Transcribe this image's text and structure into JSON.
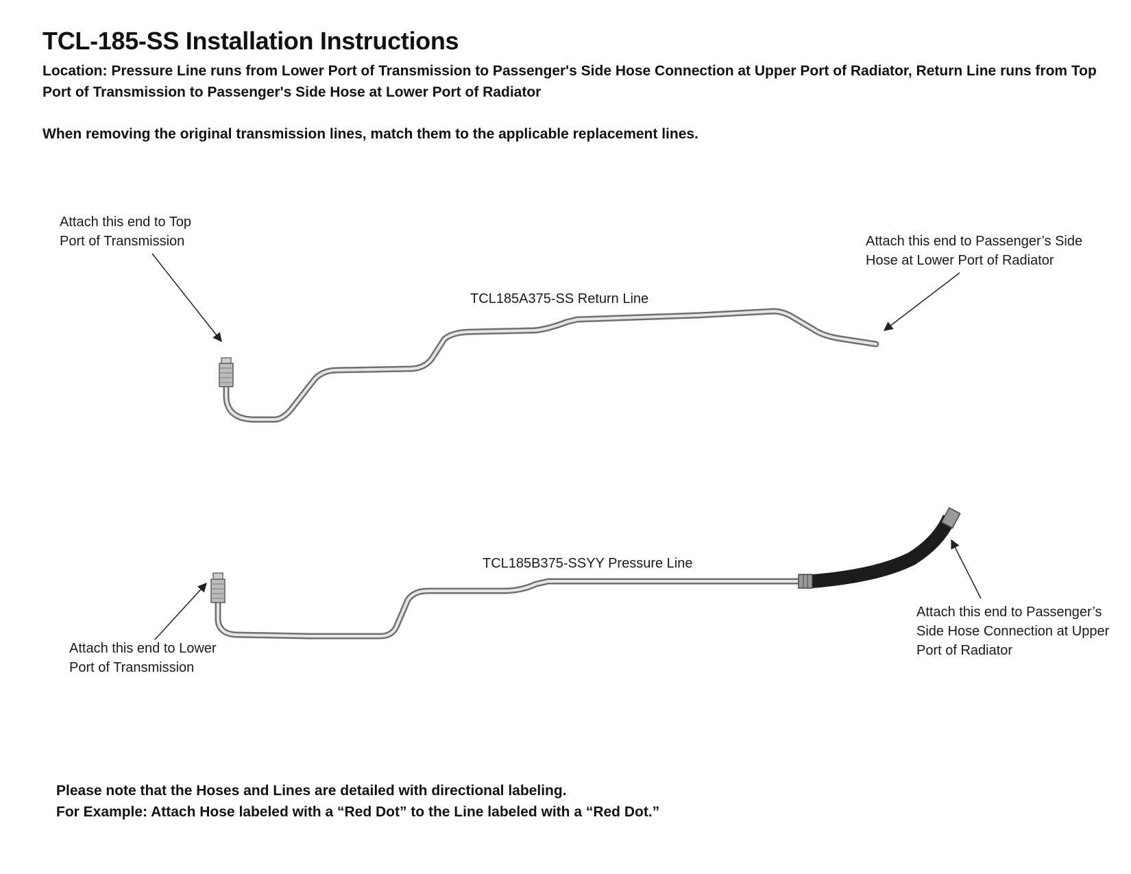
{
  "header": {
    "title": "TCL-185-SS Installation Instructions",
    "location": "Location: Pressure Line runs from Lower Port of Transmission to Passenger's Side Hose Connection at Upper Port of Radiator, Return Line runs from Top Port of Transmission to Passenger's Side Hose at Lower Port of Radiator",
    "note": "When removing the original transmission lines, match them to the applicable replacement lines."
  },
  "return_line": {
    "label": "TCL185A375-SS Return Line",
    "left_callout_1": "Attach this end to Top",
    "left_callout_2": "Port of Transmission",
    "right_callout_1": "Attach this end to Passenger’s Side",
    "right_callout_2": "Hose at Lower Port of Radiator"
  },
  "pressure_line": {
    "label": "TCL185B375-SSYY Pressure Line",
    "left_callout_1": "Attach this end to Lower",
    "left_callout_2": "Port of Transmission",
    "right_callout_1": "Attach this end to Passenger’s",
    "right_callout_2": "Side Hose Connection at Upper",
    "right_callout_3": "Port of Radiator"
  },
  "footer": {
    "line1": "Please note that the Hoses and Lines are detailed with directional labeling.",
    "line2": "For Example: Attach Hose labeled with a “Red Dot” to the Line labeled with a “Red Dot.”"
  },
  "colors": {
    "tube_outline": "#6f6f6f",
    "tube_highlight": "#e6e6e6",
    "hose": "#1c1c1c",
    "arrow": "#222222",
    "text": "#111111"
  }
}
